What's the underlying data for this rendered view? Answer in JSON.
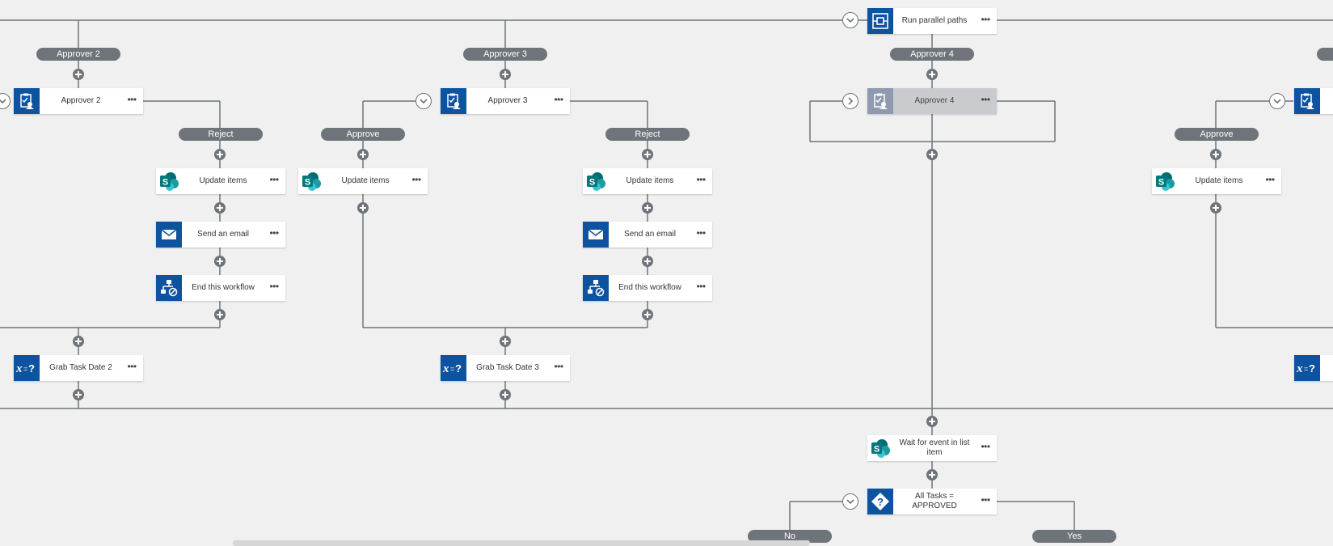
{
  "more_label": "•••",
  "top": {
    "run_parallel": "Run parallel paths"
  },
  "branches": {
    "approver2": "Approver 2",
    "approver3": "Approver 3",
    "approver4": "Approver 4"
  },
  "actions": {
    "approver2": "Approver 2",
    "approver3": "Approver 3",
    "approver4": "Approver 4",
    "update_items": "Update items",
    "send_email": "Send an email",
    "end_workflow": "End this workflow",
    "grab_task_date2": "Grab Task Date 2",
    "grab_task_date3": "Grab Task Date 3",
    "wait_event": "Wait for event in list item",
    "all_tasks": "All Tasks = APPROVED"
  },
  "outcomes": {
    "reject": "Reject",
    "approve": "Approve",
    "no": "No",
    "yes": "Yes"
  },
  "colors": {
    "accent": "#0e53a0",
    "connector": "#6e7479",
    "sharepoint": "#038387"
  }
}
